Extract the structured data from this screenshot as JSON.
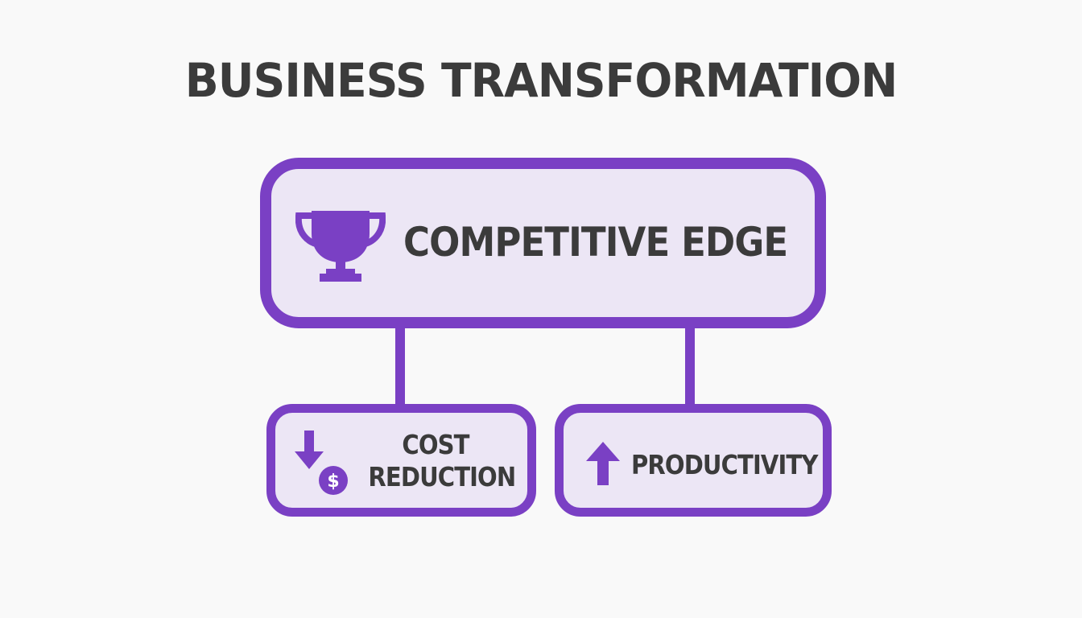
{
  "title": "BUSINESS TRANSFORMATION",
  "colors": {
    "accent": "#7a40c4",
    "box_fill": "#ece6f5",
    "text": "#3b3b3b",
    "background": "#f9f9f9"
  },
  "top_node": {
    "label": "COMPETITIVE EDGE",
    "icon": "trophy-icon"
  },
  "children": [
    {
      "label": "COST\nREDUCTION",
      "icon": "arrow-down-dollar-icon"
    },
    {
      "label": "PRODUCTIVITY",
      "icon": "arrow-up-icon"
    }
  ]
}
